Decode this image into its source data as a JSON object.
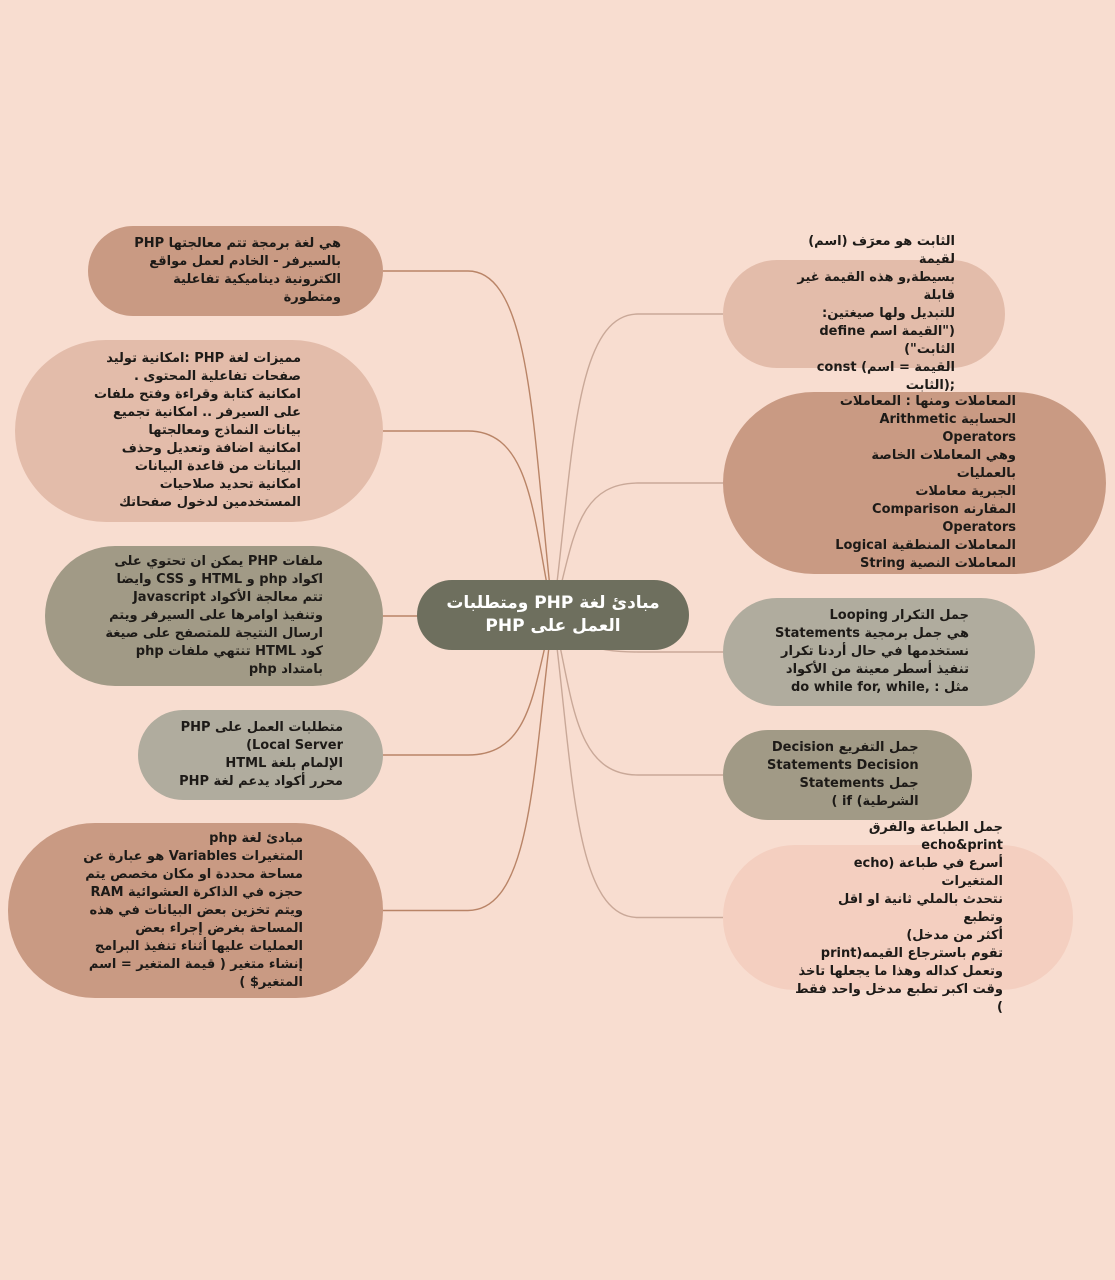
{
  "colors": {
    "background": "#f8ddd0",
    "terracotta": "#c99a83",
    "peach": "#e3bcaa",
    "olive": "#a19a86",
    "grey": "#b0ac9e",
    "central": "#6e6f5e",
    "line_left": "#b98467",
    "line_right": "#c9a898"
  },
  "central": {
    "text": "مبادئ لغة PHP ومتطلبات\nالعمل على PHP"
  },
  "left_nodes": [
    {
      "id": "php-definition",
      "text": "هي لغة برمجة تتم معالجتها PHP\nبالسيرفر - الخادم  لعمل مواقع\nالكترونية ديناميكية تفاعلية\nومتطورة"
    },
    {
      "id": "php-features",
      "text": "مميزات لغة PHP :امكانية توليد\nصفحات تفاعلية المحتوى .\nامكانية كتابة وقراءة وفتح ملفات\nعلى السيرفر .. امكانية تجميع\nبيانات النماذج ومعالجتها\nامكانية اضافة وتعديل وحذف\nالبيانات من قاعدة البيانات\nامكانية تحديد صلاحيات\nالمستخدمين لدخول صفحاتك"
    },
    {
      "id": "php-files",
      "text": "ملفات PHP يمكن ان تحتوي على\nاكواد php و HTML و CSS وايضا\nJavascript تتم معالجة الأكواد\nوتنفيذ اوامرها على السيرفر ويتم\nارسال النتيجة للمتصفح على صيغة\nكود HTML تنتهي ملفات php\nبامتداد php"
    },
    {
      "id": "php-requirements",
      "text": "متطلبات العمل على PHP\n(Local Server\nالإلمام بلغة HTML\nمحرر أكواد يدعم لغة PHP"
    },
    {
      "id": "php-variables",
      "text": "مبادئ لغة php\nالمتغيرات Variables هو عبارة عن\nمساحة محددة او مكان مخصص يتم\nحجزه في الذاكرة العشوائية RAM\nويتم تخزين بعض البيانات في هذه\nالمساحة بغرض إجراء بعض\nالعمليات عليها أثناء تنفيذ البرامج\nإنشاء متغير ( قيمة المتغير = اسم\nالمتغير$ )"
    }
  ],
  "right_nodes": [
    {
      "id": "constants",
      "text": "الثابت هو معرَف (اسم) لقيمة\nبسيطة,و هذه القيمة غير قابلة\nللتبديل ولها صيغتين:\ndefine (\"القيمة اسم الثابت\")\nconst (القيمة = اسم الثابت);"
    },
    {
      "id": "operators",
      "text": "المعاملات ومنها : المعاملات\nالحسابية Arithmetic\nOperators\nوهي المعاملات الخاصة بالعمليات\nالجبرية          معاملات\nالمقارنه Comparison\nOperators\nالمعاملات المنطقية Logical\nالمعاملات النصية String"
    },
    {
      "id": "looping",
      "text": "جمل التكرار Looping\nStatements     هي جمل برمجية\nنستخدمها في حال أردنا تكرار\nتنفيذ أسطر معينة من الأكواد\nمثل : ,do while for, while"
    },
    {
      "id": "decision",
      "text": "جمل التفريع Decision\nStatements Decision\nجمل Statements\nالشرطية) if )"
    },
    {
      "id": "echo-print",
      "text": "جمل الطباعة والفرق echo&print\necho) أسرع في طباعة المتغيرات\nنتحدث بالملي ثانية او اقل وتطبع\nأكثر من مدخل)\nprint)تقوم باسترجاع القيمه\nوتعمل كداله وهذا ما يجعلها تاخذ\nوقت اكبر تطبع مدخل واحد فقط )"
    }
  ]
}
